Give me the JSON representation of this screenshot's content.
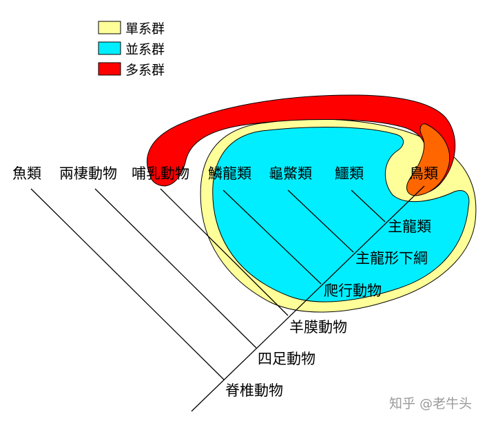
{
  "legend": [
    {
      "label": "單系群",
      "color": "#ffff99"
    },
    {
      "label": "並系群",
      "color": "#00eeff"
    },
    {
      "label": "多系群",
      "color": "#ff0000"
    }
  ],
  "taxa": {
    "fish": "魚類",
    "amphibians": "兩棲動物",
    "mammals": "哺乳動物",
    "lepidosaurs": "鱗龍類",
    "turtles": "龜鱉類",
    "crocodiles": "鱷類",
    "birds": "鳥類"
  },
  "clades": {
    "archosaurs": "主龍類",
    "archosauromorphs": "主龍形下綱",
    "reptiles": "爬行動物",
    "amniotes": "羊膜動物",
    "tetrapods": "四足動物",
    "vertebrates": "脊椎動物"
  },
  "watermark": "知乎 @老牛头",
  "colors": {
    "monophyletic": "#ffff99",
    "paraphyletic": "#00eeff",
    "polyphyletic": "#ff0000",
    "overlap": "#ff6600"
  }
}
